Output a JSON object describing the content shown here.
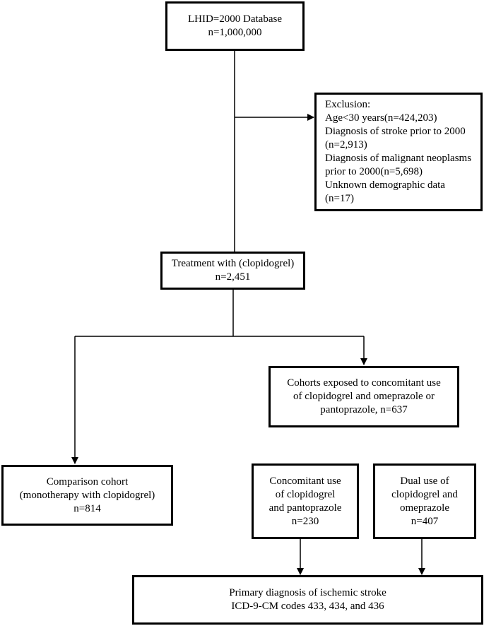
{
  "nodes": {
    "database": {
      "lines": [
        "LHID=2000 Database",
        "n=1,000,000"
      ]
    },
    "exclusion": {
      "lines": [
        "Exclusion:",
        "Age<30 years(n=424,203)",
        "Diagnosis of stroke prior to 2000",
        "(n=2,913)",
        "Diagnosis of malignant neoplasms",
        "prior to 2000(n=5,698)",
        "Unknown demographic data",
        "(n=17)"
      ]
    },
    "treatment": {
      "lines": [
        "Treatment with (clopidogrel)",
        "n=2,451"
      ]
    },
    "cohorts_exposed": {
      "lines": [
        "Cohorts exposed to concomitant use",
        "of clopidogrel and omeprazole or",
        "pantoprazole, n=637"
      ]
    },
    "comparison": {
      "lines": [
        "Comparison cohort",
        "(monotherapy with clopidogrel)",
        "n=814"
      ]
    },
    "pantoprazole": {
      "lines": [
        "Concomitant use",
        "of clopidogrel",
        "and pantoprazole",
        "n=230"
      ]
    },
    "omeprazole": {
      "lines": [
        "Dual use of",
        "clopidogrel and",
        "omeprazole",
        "n=407"
      ]
    },
    "outcome": {
      "lines": [
        "Primary diagnosis of ischemic stroke",
        "ICD-9-CM codes 433, 434, and 436"
      ]
    }
  },
  "edges": [
    {
      "from": "database",
      "to": "treatment"
    },
    {
      "from": "database",
      "to": "exclusion"
    },
    {
      "from": "treatment",
      "to": "comparison"
    },
    {
      "from": "treatment",
      "to": "cohorts_exposed"
    },
    {
      "from": "pantoprazole",
      "to": "outcome"
    },
    {
      "from": "omeprazole",
      "to": "outcome"
    }
  ]
}
